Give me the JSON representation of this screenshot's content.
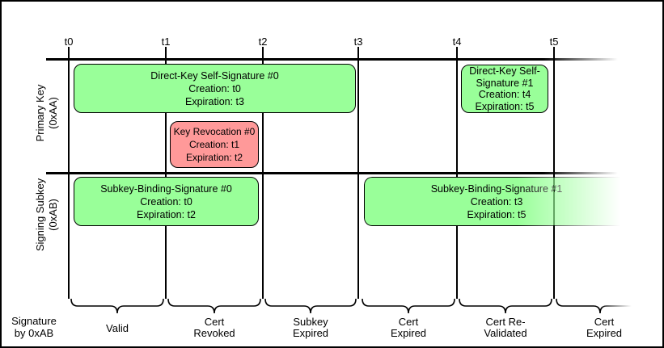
{
  "diagram": {
    "timeline_ticks": [
      {
        "label": "t0"
      },
      {
        "label": "t1"
      },
      {
        "label": "t2"
      },
      {
        "label": "t3"
      },
      {
        "label": "t4"
      },
      {
        "label": "t5"
      }
    ],
    "rows": [
      {
        "label": "Primary Key",
        "sublabel": "(0xAA)"
      },
      {
        "label": "Signing Subkey",
        "sublabel": "(0xAB)"
      }
    ],
    "boxes": [
      {
        "title": "Direct-Key Self-Signature #0",
        "creation": "Creation: t0",
        "expiration": "Expiration: t3",
        "status": "valid"
      },
      {
        "title": "Key Revocation #0",
        "creation": "Creation: t1",
        "expiration": "Expiration: t2",
        "status": "revoked"
      },
      {
        "title": "Direct-Key Self-Signature #1",
        "creation": "Creation: t4",
        "expiration": "Expiration: t5",
        "status": "valid"
      },
      {
        "title": "Subkey-Binding-Signature #0",
        "creation": "Creation: t0",
        "expiration": "Expiration: t2",
        "status": "valid"
      },
      {
        "title": "Subkey-Binding-Signature #1",
        "creation": "Creation: t3",
        "expiration": "Expiration: t5",
        "status": "valid",
        "fades_right": true
      }
    ],
    "bottom_axis": {
      "caption_line1": "Signature",
      "caption_line2": "by 0xAB",
      "periods": [
        {
          "label_line1": "Valid",
          "label_line2": ""
        },
        {
          "label_line1": "Cert",
          "label_line2": "Revoked"
        },
        {
          "label_line1": "Subkey",
          "label_line2": "Expired"
        },
        {
          "label_line1": "Cert",
          "label_line2": "Expired"
        },
        {
          "label_line1": "Cert Re-",
          "label_line2": "Validated"
        },
        {
          "label_line1": "Cert",
          "label_line2": "Expired"
        }
      ]
    },
    "colors": {
      "valid_fill": "#99FF99",
      "revoked_fill": "#FF9999",
      "line": "#000000",
      "background": "#FFFFFF"
    }
  }
}
